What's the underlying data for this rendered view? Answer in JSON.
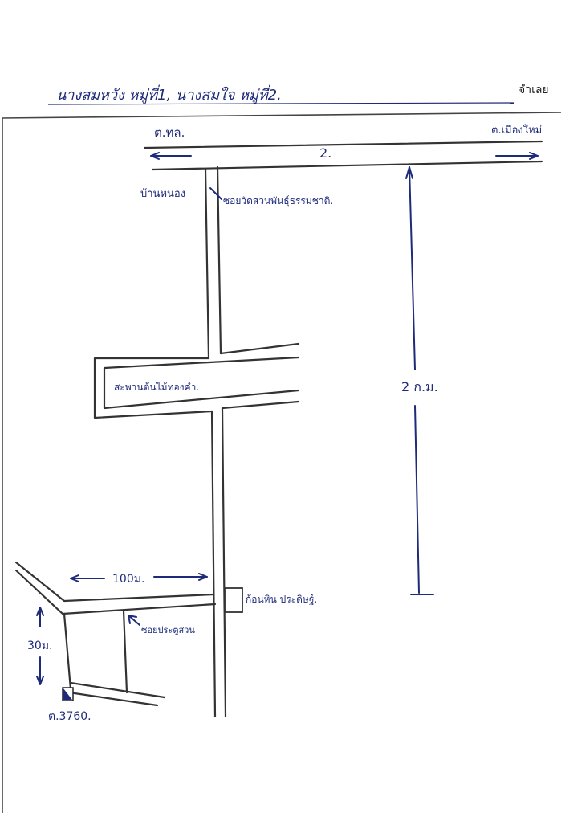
{
  "header": {
    "handwritten_title": "นางสมหวัง หมู่ที่1, นางสมใจ หมู่ที่2.",
    "printed_label": "จำเลย"
  },
  "map": {
    "top_left_label": "ต.ทล.",
    "top_right_label": "ต.เมืองใหม่",
    "road_number": "2.",
    "village_label": "บ้านหนอง",
    "soi_label": "ซอยวัดสวนพันธุ์ธรรมชาติ.",
    "market_label": "สะพานต้นไม้ทองคำ.",
    "distance_label": "2 ก.ม.",
    "meter_label": "100ม.",
    "junction_label": "ก้อนหิน ประดิษฐ์.",
    "lane_label": "ซอยประตูสวน",
    "meter_label_vertical": "30ม.",
    "house_label": "ต.3760."
  }
}
